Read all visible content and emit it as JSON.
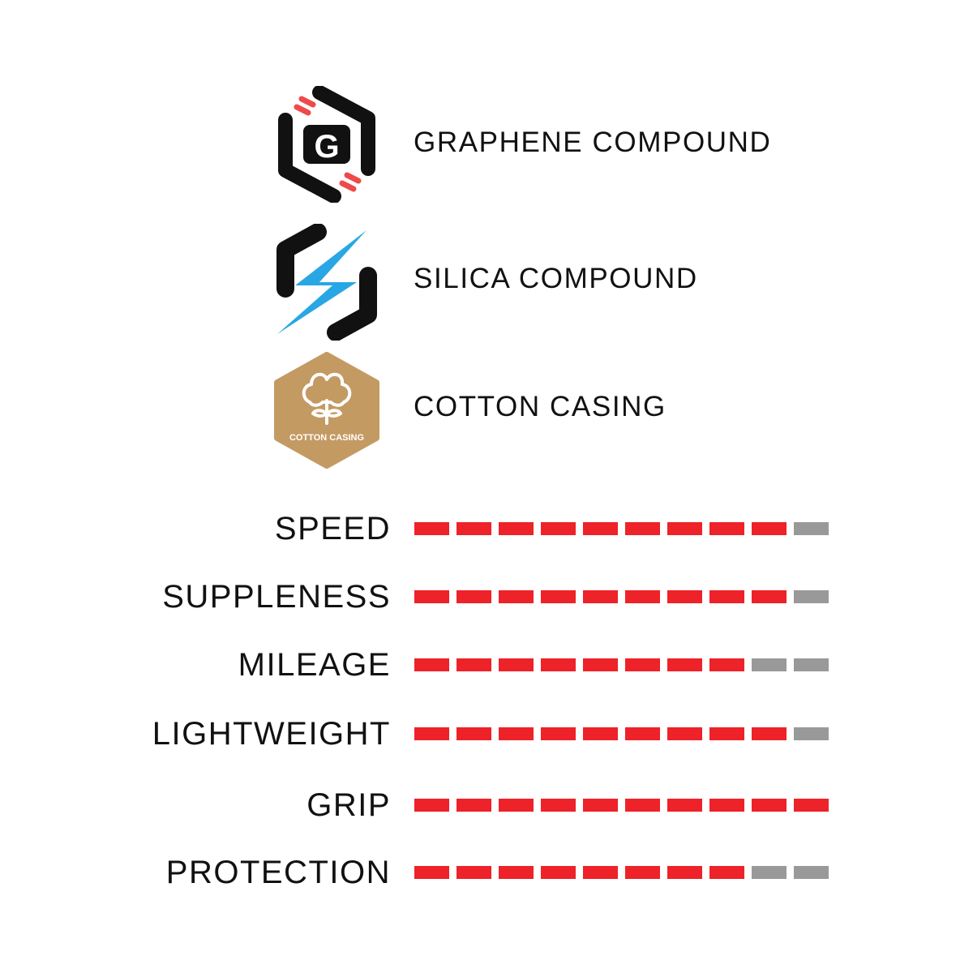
{
  "features": [
    {
      "id": "graphene",
      "label": "GRAPHENE COMPOUND",
      "icon": "graphene-hex-icon",
      "badge_letter": "G",
      "accent_color": "#ef4a4a",
      "frame_color": "#111111"
    },
    {
      "id": "silica",
      "label": "SILICA COMPOUND",
      "icon": "silica-lightning-icon",
      "accent_color": "#29a7e4",
      "frame_color": "#111111"
    },
    {
      "id": "cotton",
      "label": "COTTON CASING",
      "icon": "cotton-casing-icon",
      "badge_text": "COTTON CASING",
      "badge_color": "#c49a63"
    }
  ],
  "ratings": {
    "scale_max": 10,
    "filled_color": "#ee2229",
    "empty_color": "#999999",
    "items": [
      {
        "label": "SPEED",
        "value": 9
      },
      {
        "label": "SUPPLENESS",
        "value": 9
      },
      {
        "label": "MILEAGE",
        "value": 8
      },
      {
        "label": "LIGHTWEIGHT",
        "value": 9
      },
      {
        "label": "GRIP",
        "value": 10
      },
      {
        "label": "PROTECTION",
        "value": 8
      }
    ]
  }
}
